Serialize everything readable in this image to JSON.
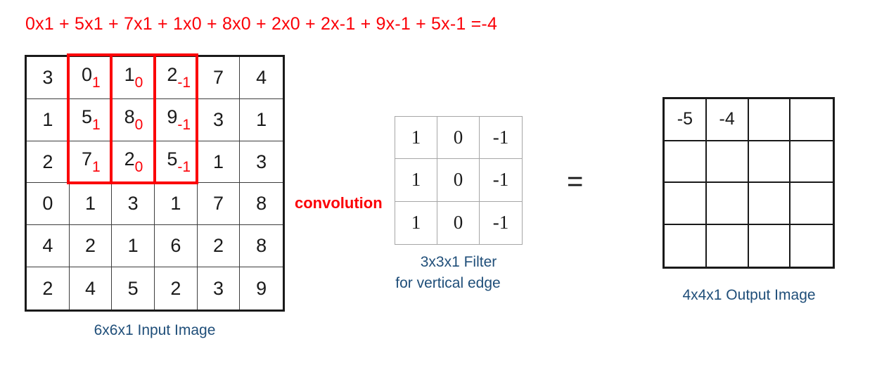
{
  "formula": {
    "text": "0x1 + 5x1 + 7x1 + 1x0 + 8x0 + 2x0 + 2x-1 + 9x-1 + 5x-1 =-4",
    "color": "#fb0007"
  },
  "input_image": {
    "caption": "6x6x1 Input Image",
    "caption_color": "#1f4e79",
    "rows": [
      [
        3,
        0,
        1,
        2,
        7,
        4
      ],
      [
        1,
        5,
        8,
        9,
        3,
        1
      ],
      [
        2,
        7,
        2,
        5,
        1,
        3
      ],
      [
        0,
        1,
        3,
        1,
        7,
        8
      ],
      [
        4,
        2,
        1,
        6,
        2,
        8
      ],
      [
        2,
        4,
        5,
        2,
        3,
        9
      ]
    ],
    "overlay_subscripts": {
      "note_color": "#fb0007",
      "cells": [
        {
          "row": 0,
          "col": 1,
          "sub": "1"
        },
        {
          "row": 0,
          "col": 2,
          "sub": "0"
        },
        {
          "row": 0,
          "col": 3,
          "sub": "-1"
        },
        {
          "row": 1,
          "col": 1,
          "sub": "1"
        },
        {
          "row": 1,
          "col": 2,
          "sub": "0"
        },
        {
          "row": 1,
          "col": 3,
          "sub": "-1"
        },
        {
          "row": 2,
          "col": 1,
          "sub": "1"
        },
        {
          "row": 2,
          "col": 2,
          "sub": "0"
        },
        {
          "row": 2,
          "col": 3,
          "sub": "-1"
        }
      ]
    },
    "highlight_window": {
      "start_row": 0,
      "start_col": 1,
      "rows": 3,
      "cols": 3,
      "color": "#fb0007"
    }
  },
  "operator": {
    "convolution_label": "convolution",
    "convolution_color": "#fb0007",
    "equals_label": "="
  },
  "filter": {
    "caption_line1": "3x3x1 Filter",
    "caption_line2": "for vertical edge",
    "caption_color": "#1f4e79",
    "rows": [
      [
        "1",
        "0",
        "-1"
      ],
      [
        "1",
        "0",
        "-1"
      ],
      [
        "1",
        "0",
        "-1"
      ]
    ]
  },
  "output_image": {
    "caption": "4x4x1 Output Image",
    "caption_color": "#1f4e79",
    "rows": [
      [
        "-5",
        "-4",
        "",
        ""
      ],
      [
        "",
        "",
        "",
        ""
      ],
      [
        "",
        "",
        "",
        ""
      ],
      [
        "",
        "",
        "",
        ""
      ]
    ]
  }
}
